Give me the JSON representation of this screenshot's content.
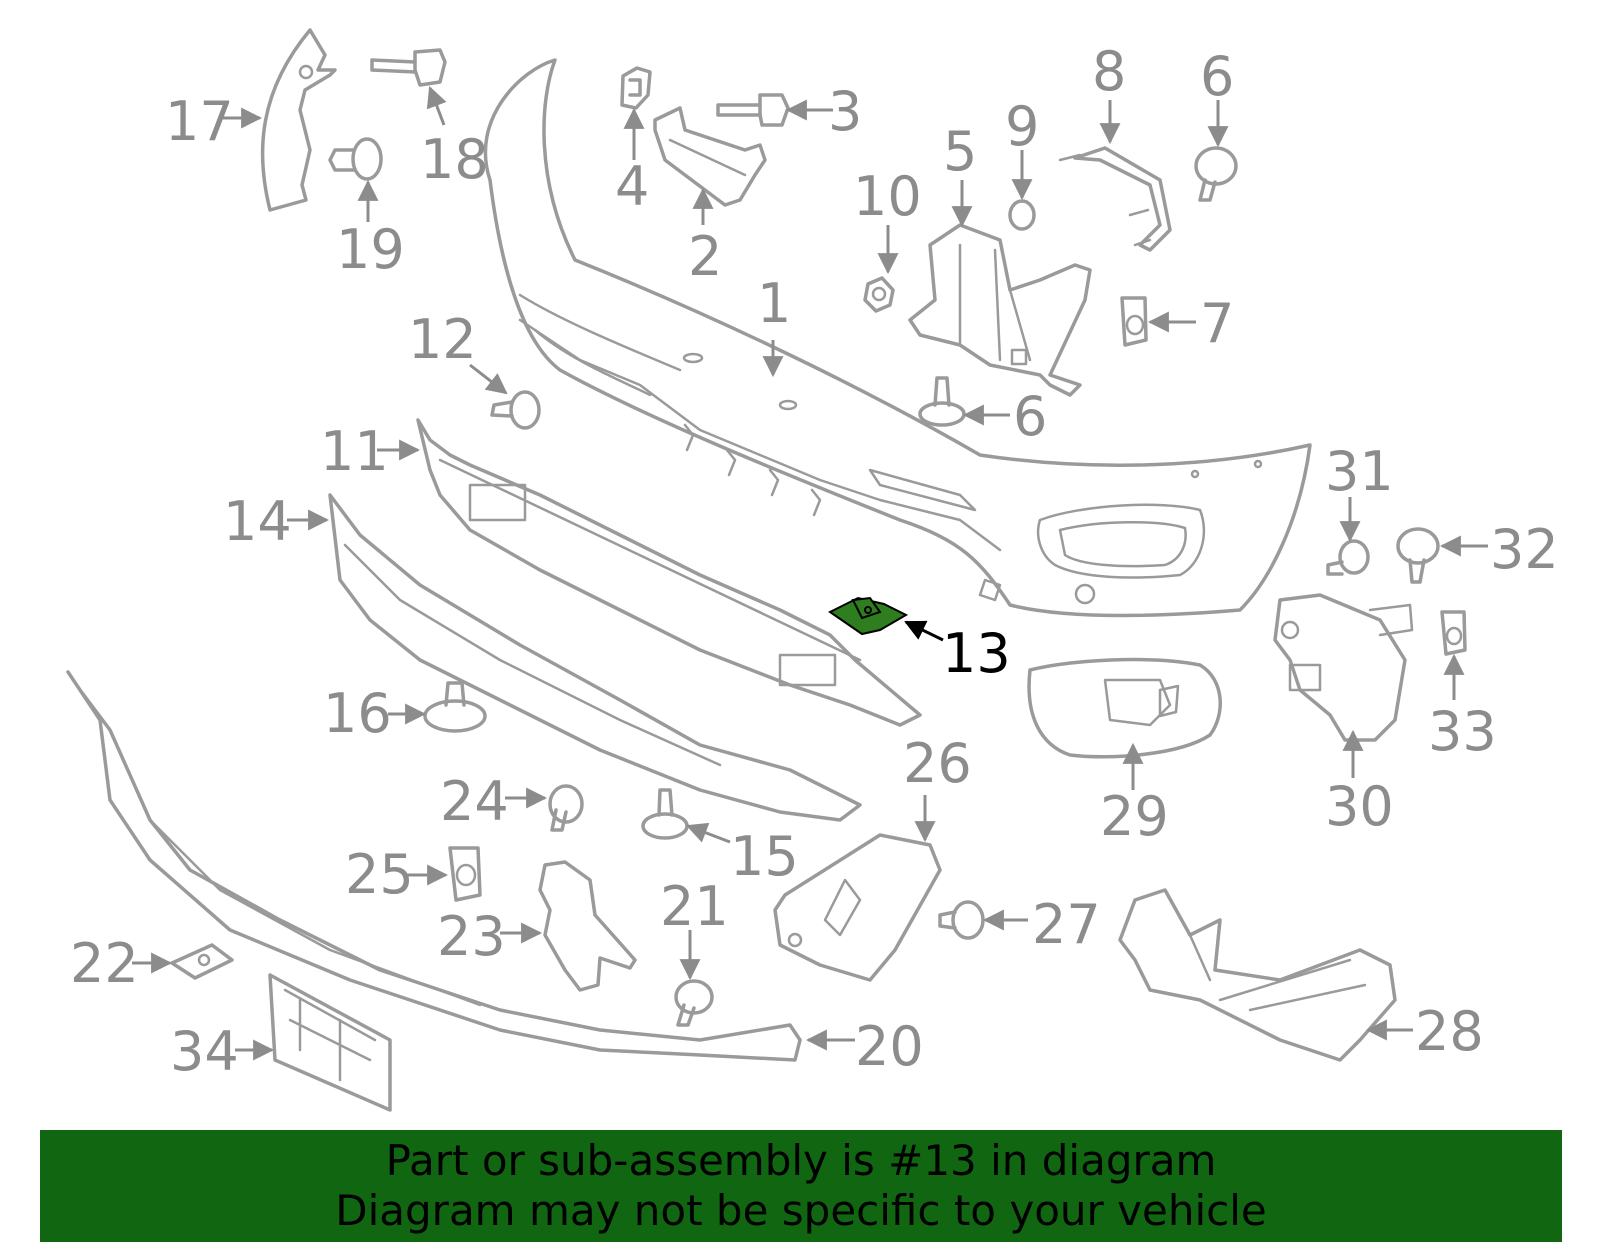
{
  "diagram": {
    "highlight_color": "#2e7d1f",
    "banner_color": "#116611",
    "callouts": [
      "1",
      "2",
      "3",
      "4",
      "5",
      "6",
      "6",
      "7",
      "8",
      "9",
      "10",
      "11",
      "12",
      "13",
      "14",
      "15",
      "16",
      "17",
      "18",
      "19",
      "20",
      "21",
      "22",
      "23",
      "24",
      "25",
      "26",
      "27",
      "28",
      "29",
      "30",
      "31",
      "32",
      "33",
      "34"
    ],
    "highlighted": "13"
  },
  "banner": {
    "line1": "Part or sub-assembly is #13 in diagram",
    "line2": "Diagram may not be specific to your vehicle"
  }
}
